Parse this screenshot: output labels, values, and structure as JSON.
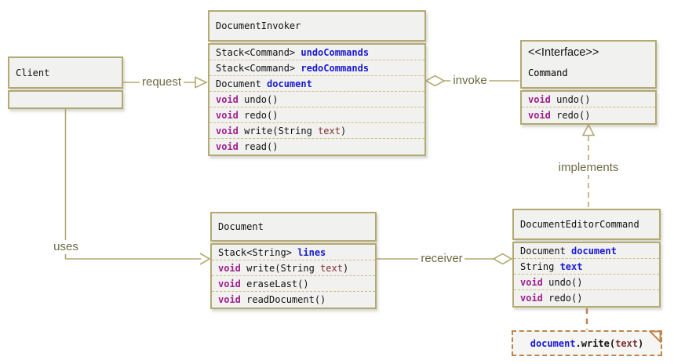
{
  "colors": {
    "box_border": "#b3a971",
    "box_fill": "#f1f1ef",
    "line": "#b3a971",
    "label_text": "#6b6b44",
    "separator": "#c9c085",
    "note_border": "#c0854f",
    "note_fill": "#f5f5f3",
    "name_text": "#1a1ad1",
    "keyword_text": "#a0218c",
    "param_text": "#7e3030"
  },
  "classes": {
    "client": {
      "name": "Client",
      "members": []
    },
    "invoker": {
      "name": "DocumentInvoker",
      "members": [
        [
          {
            "s": "t",
            "v": "Stack<Command> "
          },
          {
            "s": "n",
            "v": "undoCommands"
          }
        ],
        [
          {
            "s": "t",
            "v": "Stack<Command> "
          },
          {
            "s": "n",
            "v": "redoCommands"
          }
        ],
        [
          {
            "s": "t",
            "v": "Document "
          },
          {
            "s": "n",
            "v": "document"
          }
        ],
        [
          {
            "s": "k",
            "v": "void"
          },
          {
            "s": "x",
            "v": " undo()"
          }
        ],
        [
          {
            "s": "k",
            "v": "void"
          },
          {
            "s": "x",
            "v": " redo()"
          }
        ],
        [
          {
            "s": "k",
            "v": "void"
          },
          {
            "s": "x",
            "v": " write(String "
          },
          {
            "s": "a",
            "v": "text"
          },
          {
            "s": "x",
            "v": ")"
          }
        ],
        [
          {
            "s": "k",
            "v": "void"
          },
          {
            "s": "x",
            "v": " read()"
          }
        ]
      ]
    },
    "command": {
      "stereotype": "<<Interface>>",
      "name": "Command",
      "members": [
        [
          {
            "s": "k",
            "v": "void"
          },
          {
            "s": "x",
            "v": " undo()"
          }
        ],
        [
          {
            "s": "k",
            "v": "void"
          },
          {
            "s": "x",
            "v": " redo()"
          }
        ]
      ]
    },
    "document": {
      "name": "Document",
      "members": [
        [
          {
            "s": "t",
            "v": "Stack<String> "
          },
          {
            "s": "n",
            "v": "lines"
          }
        ],
        [
          {
            "s": "k",
            "v": "void"
          },
          {
            "s": "x",
            "v": " write(String "
          },
          {
            "s": "a",
            "v": "text"
          },
          {
            "s": "x",
            "v": ")"
          }
        ],
        [
          {
            "s": "k",
            "v": "void"
          },
          {
            "s": "x",
            "v": " eraseLast()"
          }
        ],
        [
          {
            "s": "k",
            "v": "void"
          },
          {
            "s": "x",
            "v": " readDocument()"
          }
        ]
      ]
    },
    "editor": {
      "name": "DocumentEditorCommand",
      "members": [
        [
          {
            "s": "t",
            "v": "Document "
          },
          {
            "s": "n",
            "v": "document"
          }
        ],
        [
          {
            "s": "t",
            "v": "String "
          },
          {
            "s": "n",
            "v": "text"
          }
        ],
        [
          {
            "s": "k",
            "v": "void"
          },
          {
            "s": "x",
            "v": " undo()"
          }
        ],
        [
          {
            "s": "k",
            "v": "void"
          },
          {
            "s": "x",
            "v": " redo()"
          }
        ]
      ]
    }
  },
  "edges": {
    "request": {
      "label": "request",
      "type": "open-triangle-arrow"
    },
    "invoke": {
      "label": "invoke",
      "type": "aggregation-diamond"
    },
    "uses": {
      "label": "uses",
      "type": "open-angle-arrow"
    },
    "receiver": {
      "label": "receiver",
      "type": "aggregation-diamond"
    },
    "implements": {
      "label": "implements",
      "type": "dashed-realization"
    }
  },
  "note": {
    "segments": [
      {
        "s": "n",
        "v": "document"
      },
      {
        "s": "x",
        "v": ".write("
      },
      {
        "s": "a",
        "v": "text"
      },
      {
        "s": "x",
        "v": ")"
      }
    ]
  }
}
